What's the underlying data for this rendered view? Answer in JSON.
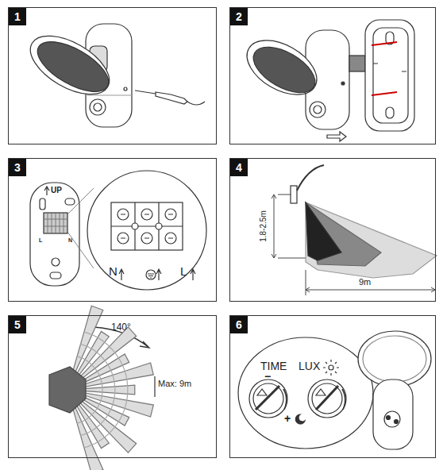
{
  "diagram": {
    "nodes": [
      {
        "text": [
          "1"
        ]
      },
      {
        "text": [
          "2"
        ]
      },
      {
        "text": [
          "3"
        ]
      },
      {
        "text": [
          "4"
        ]
      },
      {
        "text": [
          "5"
        ]
      },
      {
        "text": [
          "6"
        ]
      }
    ],
    "labels": [
      "UP",
      "L",
      "N",
      "N",
      "L",
      "1.8-2.5m",
      "9m",
      "140°",
      "Max: 9m",
      "TIME",
      "LUX",
      "−",
      "+"
    ]
  }
}
